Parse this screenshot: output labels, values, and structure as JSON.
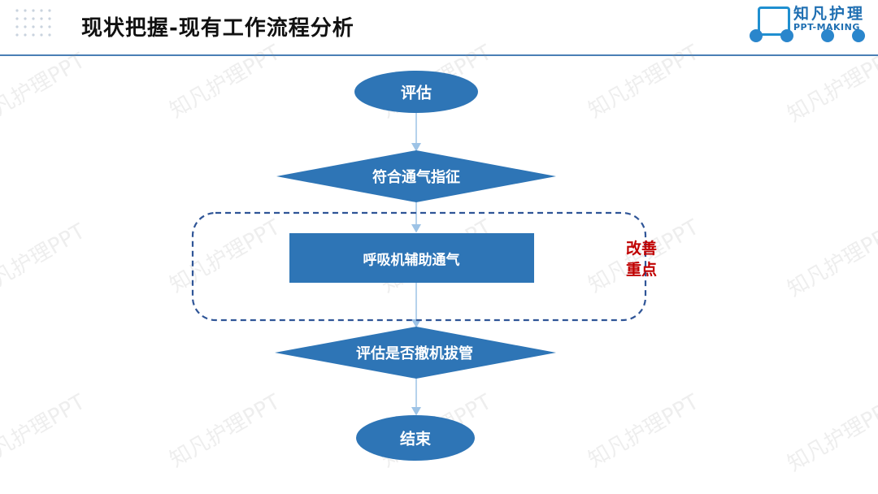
{
  "slide": {
    "title": "现状把握-现有工作流程分析"
  },
  "logo": {
    "name": "知凡护理",
    "subtitle": "PPT-MAKING"
  },
  "watermark": {
    "text": "知凡护理PPT"
  },
  "flow": {
    "start": "评估",
    "decision1": "符合通气指征",
    "process": "呼吸机辅助通气",
    "decision2": "评估是否撤机拔管",
    "end": "结束",
    "highlight_note": "改善重点"
  },
  "colors": {
    "shape_fill": "#2e75b6",
    "connector": "#9dc3e6",
    "dash": "#2f5597",
    "note": "#c00000",
    "rule": "#4a7fb5"
  }
}
